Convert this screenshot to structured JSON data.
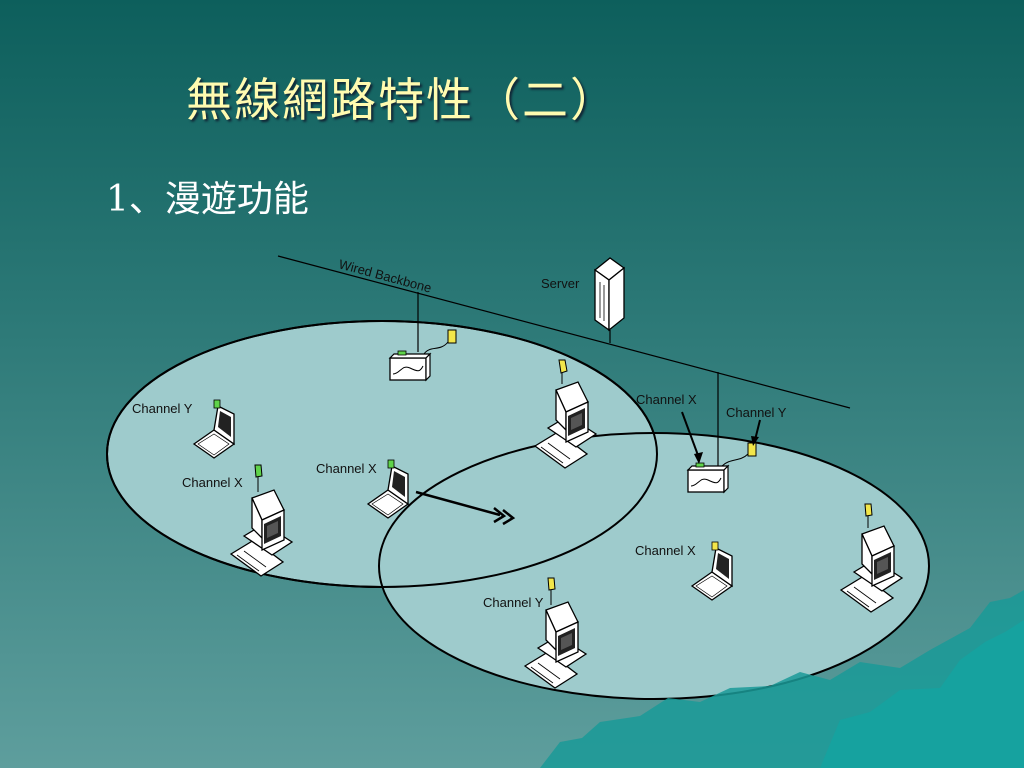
{
  "slide": {
    "title": "無線網路特性（二）",
    "bullet": "1、漫遊功能"
  },
  "diagram": {
    "backbone_label": "Wired Backbone",
    "server_label": "Server",
    "labels": [
      {
        "id": "cell1-laptop-left",
        "text": "Channel Y"
      },
      {
        "id": "cell1-desktop-left",
        "text": "Channel X"
      },
      {
        "id": "cell1-roaming-laptop",
        "text": "Channel X"
      },
      {
        "id": "cell2-ap-channel-x",
        "text": "Channel X"
      },
      {
        "id": "cell2-ap-channel-y",
        "text": "Channel Y"
      },
      {
        "id": "cell2-laptop",
        "text": "Channel X"
      },
      {
        "id": "cell2-desktop",
        "text": "Channel Y"
      }
    ]
  },
  "colors": {
    "cell_fill": "#9ecbcc",
    "title_text": "#fffbb0",
    "antenna_yellow": "#f2e64a",
    "antenna_green": "#5fd34a"
  }
}
